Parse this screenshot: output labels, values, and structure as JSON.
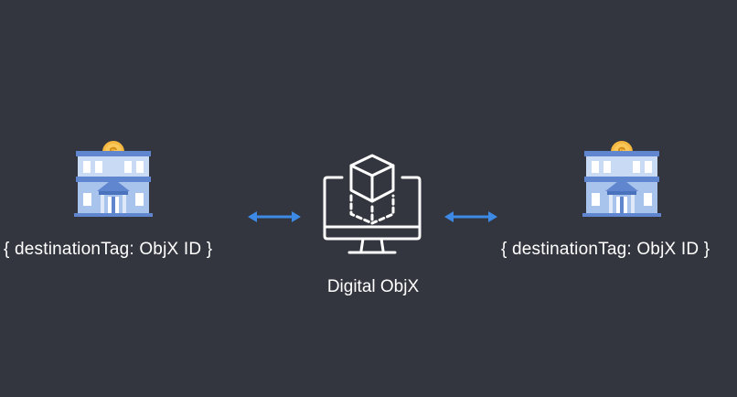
{
  "diagram": {
    "left_node": {
      "icon": "bank-building-icon",
      "label": "{ destinationTag:  ObjX ID }"
    },
    "center_node": {
      "icon": "computer-cube-icon",
      "label": "Digital ObjX"
    },
    "right_node": {
      "icon": "bank-building-icon",
      "label": "{ destinationTag:  ObjX ID }"
    },
    "connectors": [
      {
        "from": "left_node",
        "to": "center_node",
        "style": "bidirectional-arrow"
      },
      {
        "from": "center_node",
        "to": "right_node",
        "style": "bidirectional-arrow"
      }
    ]
  },
  "colors": {
    "background": "#33363e",
    "arrow": "#3d8ae6",
    "bank_wall": "#a9c4ec",
    "bank_roof": "#5f86cf",
    "coin": "#f6b840",
    "text": "#ffffff"
  }
}
